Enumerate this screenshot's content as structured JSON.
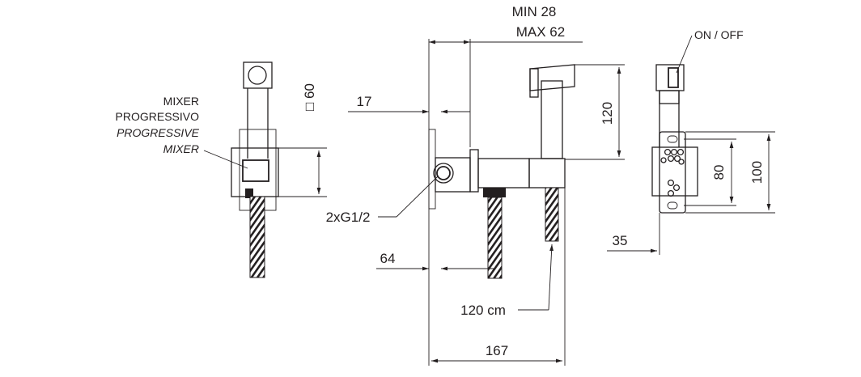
{
  "labels": {
    "min": "MIN 28",
    "max": "MAX 62",
    "on_off": "ON / OFF",
    "mixer_it_1": "MIXER",
    "mixer_it_2": "PROGRESSIVO",
    "mixer_en_1": "PROGRESSIVE",
    "mixer_en_2": "MIXER",
    "square_60": "□ 60",
    "dim_17": "17",
    "dim_120_height": "120",
    "thread": "2xG1/2",
    "dim_64": "64",
    "hose": "120 cm",
    "dim_167": "167",
    "dim_35": "35",
    "dim_80": "80",
    "dim_100": "100"
  }
}
